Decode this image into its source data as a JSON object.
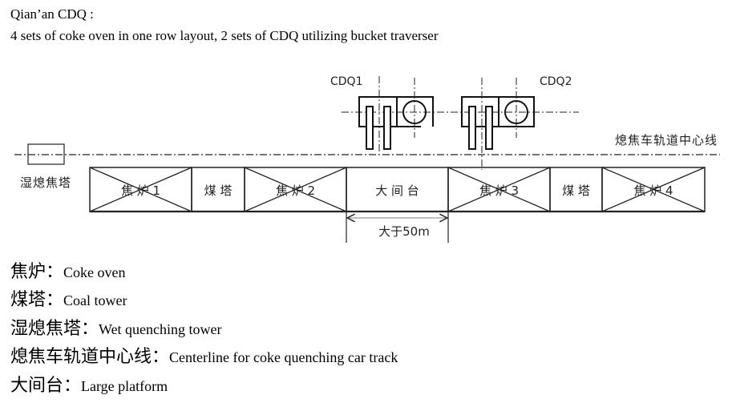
{
  "header": {
    "title": "Qian’an CDQ :",
    "subtitle": "4 sets of coke oven in one row layout, 2 sets of CDQ utilizing bucket traverser"
  },
  "diagram": {
    "cdq_units": [
      {
        "label": "CDQ1"
      },
      {
        "label": "CDQ2"
      }
    ],
    "track_centerline_label": "熄焦车轨道中心线",
    "wet_quenching_tower_label": "湿熄焦塔",
    "row_segments": [
      {
        "type": "coke-oven",
        "label": "焦 炉 1"
      },
      {
        "type": "coal-tower",
        "label": "煤 塔"
      },
      {
        "type": "coke-oven",
        "label": "焦 炉 2"
      },
      {
        "type": "large-platform",
        "label": "大 间 台"
      },
      {
        "type": "coke-oven",
        "label": "焦 炉 3"
      },
      {
        "type": "coal-tower",
        "label": "煤 塔"
      },
      {
        "type": "coke-oven",
        "label": "焦 炉 4"
      }
    ],
    "dimension_label": "大于50m"
  },
  "legend": [
    {
      "zh": "焦炉：",
      "en": "Coke oven"
    },
    {
      "zh": "煤塔：",
      "en": "Coal tower"
    },
    {
      "zh": "湿熄焦塔：",
      "en": "Wet quenching tower"
    },
    {
      "zh": "熄焦车轨道中心线：",
      "en": "Centerline for coke quenching car track"
    },
    {
      "zh": "大间台：",
      "en": "Large platform"
    }
  ]
}
